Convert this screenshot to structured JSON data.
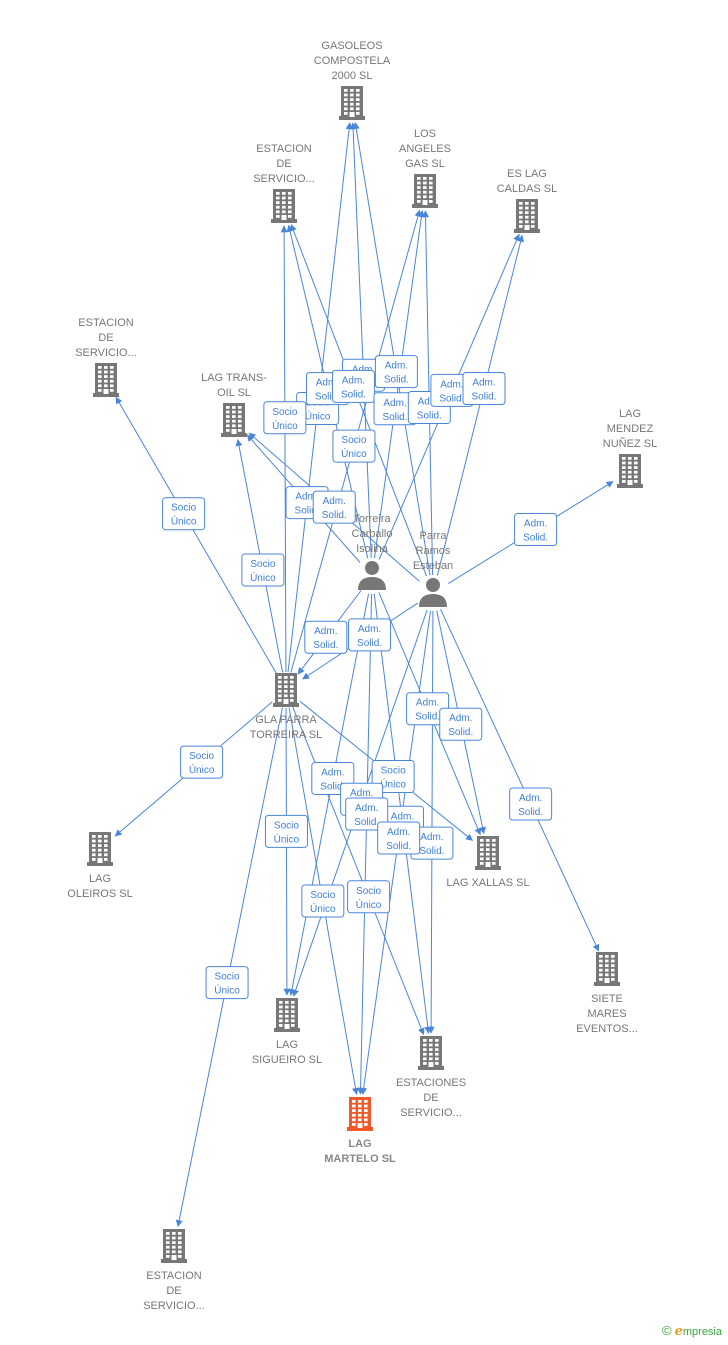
{
  "colors": {
    "edge": "#4a86d8",
    "node": "#777777",
    "focus": "#f05a28"
  },
  "nodes": [
    {
      "id": "gasoleos",
      "kind": "company",
      "label": [
        "GASOLEOS",
        "COMPOSTELA",
        "2000  SL"
      ]
    },
    {
      "id": "est1",
      "kind": "company",
      "label": [
        "ESTACION",
        "DE",
        "SERVICIO..."
      ]
    },
    {
      "id": "losangeles",
      "kind": "company",
      "label": [
        "LOS",
        "ANGELES",
        "GAS SL"
      ]
    },
    {
      "id": "eslag",
      "kind": "company",
      "label": [
        "ES LAG",
        "CALDAS  SL"
      ]
    },
    {
      "id": "est2",
      "kind": "company",
      "label": [
        "ESTACION",
        "DE",
        "SERVICIO..."
      ]
    },
    {
      "id": "lagtrans",
      "kind": "company",
      "label": [
        "LAG TRANS-",
        "OIL  SL"
      ]
    },
    {
      "id": "lagmendez",
      "kind": "company",
      "label": [
        "LAG",
        "MENDEZ",
        "NUÑEZ  SL"
      ]
    },
    {
      "id": "torreira",
      "kind": "person",
      "label": [
        "Torreira",
        "Carballo",
        "Isolina"
      ]
    },
    {
      "id": "parra",
      "kind": "person",
      "label": [
        "Parra",
        "Ramos",
        "Esteban"
      ]
    },
    {
      "id": "gla",
      "kind": "company",
      "label": [
        "GLA PARRA",
        "TORREIRA  SL"
      ]
    },
    {
      "id": "oleiros",
      "kind": "company",
      "label": [
        "LAG",
        "OLEIROS  SL"
      ]
    },
    {
      "id": "xallas",
      "kind": "company",
      "label": [
        "LAG XALLAS SL"
      ]
    },
    {
      "id": "siete",
      "kind": "company",
      "label": [
        "SIETE",
        "MARES",
        "EVENTOS..."
      ]
    },
    {
      "id": "sigueiro",
      "kind": "company",
      "label": [
        "LAG",
        "SIGUEIRO  SL"
      ]
    },
    {
      "id": "estaciones",
      "kind": "company",
      "label": [
        "ESTACIONES",
        "DE",
        "SERVICIO..."
      ]
    },
    {
      "id": "martelo",
      "kind": "focus",
      "label": [
        "LAG",
        "MARTELO  SL"
      ]
    },
    {
      "id": "est3",
      "kind": "company",
      "label": [
        "ESTACION",
        "DE",
        "SERVICIO..."
      ]
    }
  ],
  "edges": [
    {
      "from": "torreira",
      "to": "gasoleos",
      "label": [
        "Adm.",
        "Solid."
      ]
    },
    {
      "from": "parra",
      "to": "gasoleos",
      "label": [
        "Adm.",
        "Solid."
      ]
    },
    {
      "from": "gla",
      "to": "gasoleos",
      "label": [
        "Socio",
        "Único"
      ]
    },
    {
      "from": "torreira",
      "to": "est1",
      "label": [
        "Adm.",
        "Solid."
      ]
    },
    {
      "from": "parra",
      "to": "est1",
      "label": [
        "Adm.",
        "Solid."
      ]
    },
    {
      "from": "gla",
      "to": "est1",
      "label": [
        "Socio",
        "Único"
      ]
    },
    {
      "from": "torreira",
      "to": "losangeles",
      "label": [
        "Adm.",
        "Solid."
      ]
    },
    {
      "from": "parra",
      "to": "losangeles",
      "label": [
        "Adm.",
        "Solid."
      ]
    },
    {
      "from": "gla",
      "to": "losangeles",
      "label": [
        "Socio",
        "Único"
      ]
    },
    {
      "from": "torreira",
      "to": "eslag",
      "label": [
        "Adm.",
        "Solid."
      ]
    },
    {
      "from": "parra",
      "to": "eslag",
      "label": [
        "Adm.",
        "Solid."
      ]
    },
    {
      "from": "gla",
      "to": "est2",
      "label": [
        "Socio",
        "Único"
      ]
    },
    {
      "from": "gla",
      "to": "lagtrans",
      "label": [
        "Socio",
        "Único"
      ]
    },
    {
      "from": "torreira",
      "to": "lagtrans",
      "label": [
        "Adm.",
        "Solid."
      ]
    },
    {
      "from": "parra",
      "to": "lagtrans",
      "label": [
        "Adm.",
        "Solid."
      ]
    },
    {
      "from": "parra",
      "to": "lagmendez",
      "label": [
        "Adm.",
        "Solid."
      ]
    },
    {
      "from": "torreira",
      "to": "gla",
      "label": [
        "Adm.",
        "Solid."
      ]
    },
    {
      "from": "parra",
      "to": "gla",
      "label": [
        "Adm.",
        "Solid."
      ]
    },
    {
      "from": "gla",
      "to": "oleiros",
      "label": [
        "Socio",
        "Único"
      ]
    },
    {
      "from": "torreira",
      "to": "xallas",
      "label": [
        "Adm.",
        "Solid."
      ]
    },
    {
      "from": "parra",
      "to": "xallas",
      "label": [
        "Adm.",
        "Solid."
      ]
    },
    {
      "from": "gla",
      "to": "xallas",
      "label": [
        "Socio",
        "Único"
      ]
    },
    {
      "from": "parra",
      "to": "siete",
      "label": [
        "Adm.",
        "Solid."
      ]
    },
    {
      "from": "gla",
      "to": "sigueiro",
      "label": [
        "Socio",
        "Único"
      ]
    },
    {
      "from": "torreira",
      "to": "sigueiro",
      "label": [
        "Adm.",
        "Solid."
      ]
    },
    {
      "from": "parra",
      "to": "sigueiro",
      "label": [
        "Adm.",
        "Solid."
      ]
    },
    {
      "from": "torreira",
      "to": "estaciones",
      "label": [
        "Adm.",
        "Solid."
      ]
    },
    {
      "from": "parra",
      "to": "estaciones",
      "label": [
        "Adm.",
        "Solid."
      ]
    },
    {
      "from": "gla",
      "to": "estaciones",
      "label": [
        "Socio",
        "Único"
      ]
    },
    {
      "from": "torreira",
      "to": "martelo",
      "label": [
        "Adm.",
        "Solid."
      ]
    },
    {
      "from": "parra",
      "to": "martelo",
      "label": [
        "Adm.",
        "Solid."
      ]
    },
    {
      "from": "gla",
      "to": "martelo",
      "label": [
        "Socio",
        "Único"
      ]
    },
    {
      "from": "gla",
      "to": "est3",
      "label": [
        "Socio",
        "Único"
      ]
    }
  ],
  "brand": {
    "copyright": "©",
    "first_letter": "e",
    "rest": "mpresia"
  }
}
